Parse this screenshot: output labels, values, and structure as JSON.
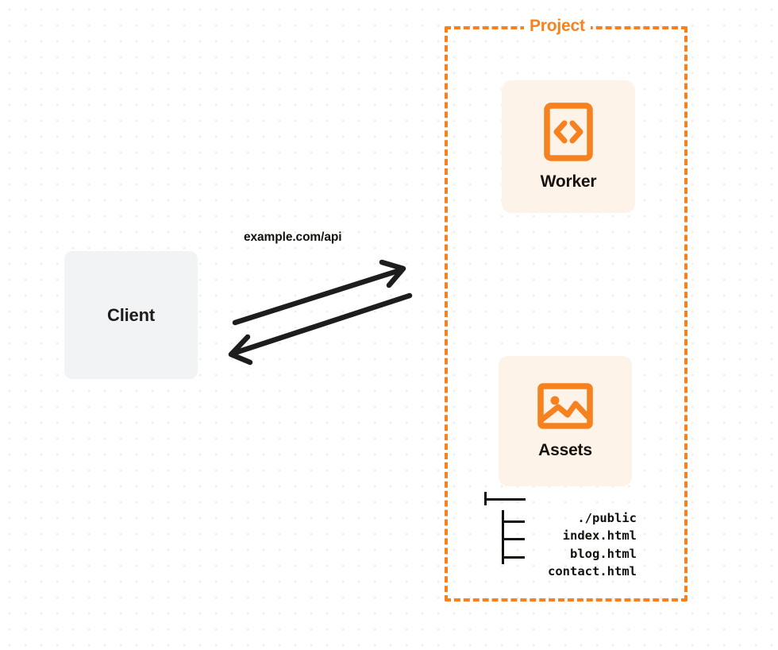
{
  "diagram": {
    "title": "Project",
    "background": {
      "dot_color": "#ededed",
      "page_color": "#ffffff"
    },
    "accent_color": "#f6821f",
    "card_color": "#fdf3e9",
    "client_color": "#f2f3f4",
    "text_color": "#12100d"
  },
  "client": {
    "label": "Client"
  },
  "connection": {
    "label": "example.com/api",
    "request_direction": "client-to-project",
    "response_direction": "project-to-client"
  },
  "project": {
    "label": "Project",
    "services": [
      {
        "id": "worker",
        "label": "Worker",
        "icon": "code-document-icon"
      },
      {
        "id": "assets",
        "label": "Assets",
        "icon": "image-icon"
      }
    ]
  },
  "file_tree": {
    "root": "./public",
    "files": [
      "index.html",
      "blog.html",
      "contact.html"
    ]
  }
}
